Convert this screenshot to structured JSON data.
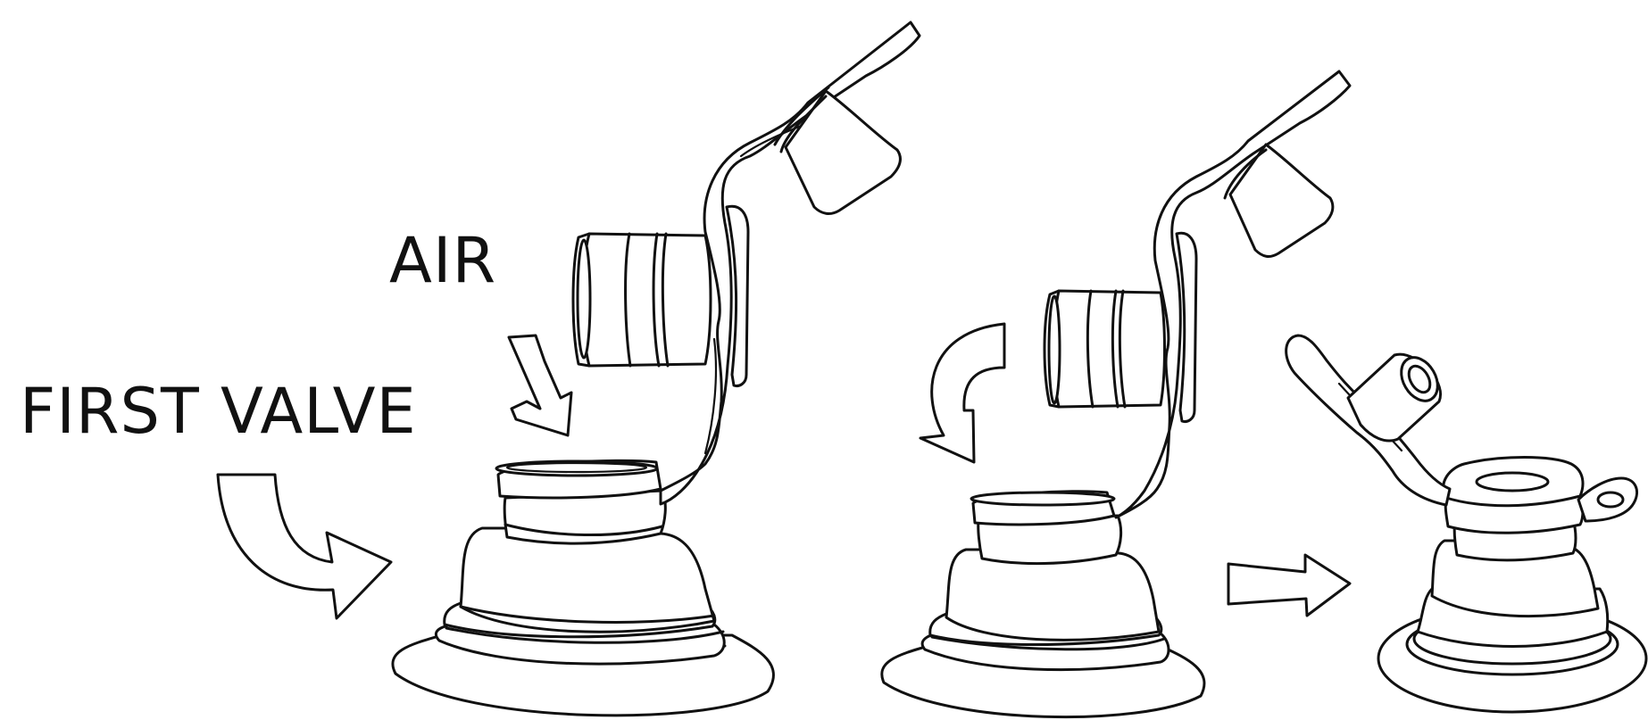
{
  "labels": {
    "air": "AIR",
    "first_valve": "FIRST VALVE"
  },
  "colors": {
    "line": "#111111",
    "background": "#ffffff"
  },
  "icons": {
    "pump-assembly-1": "suction-cup-pump-with-open-lid",
    "pump-assembly-2": "suction-cup-pump-lid-opening",
    "pump-assembly-3": "suction-cup-pump-lid-closed",
    "arrow-air": "down-arrow",
    "arrow-first-valve": "curved-arrow-right",
    "arrow-rotate": "curved-arrow-down",
    "arrow-next": "right-arrow"
  }
}
